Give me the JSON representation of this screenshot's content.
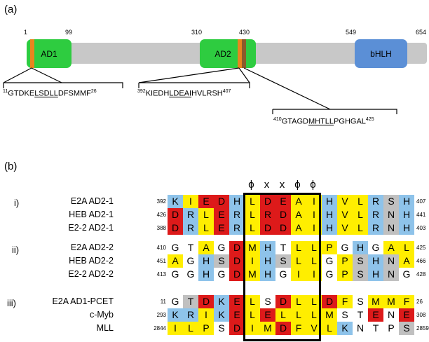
{
  "panel_a": {
    "label": "(a)",
    "positions": [
      "1",
      "99",
      "310",
      "430",
      "549",
      "654"
    ],
    "domains": {
      "ad1": "AD1",
      "ad2": "AD2",
      "bhlh": "bHLH"
    },
    "seq1": {
      "start": "11",
      "pre": "GTDKE",
      "ul": "LSDLL",
      "post": "DFSMMF",
      "end": "26"
    },
    "seq2": {
      "start": "392",
      "pre": "KIEDH",
      "ul": "LDEAI",
      "post": "HVLRSH",
      "end": "407"
    },
    "seq3": {
      "start": "410",
      "pre": "GTAGD",
      "ul": "MHTLL",
      "post": "PGHGAL",
      "end": "425"
    },
    "colors": {
      "backbone": "#c8c8c8",
      "ad_domain": "#2ecc40",
      "bhlh_domain": "#5b8fd6",
      "marker_orange": "#e8861e",
      "marker_brown": "#8b5a2b"
    }
  },
  "panel_b": {
    "label": "(b)",
    "motif": [
      "ϕ",
      "x",
      "x",
      "ϕ",
      "ϕ"
    ],
    "groups": [
      "i)",
      "ii)",
      "iii)"
    ],
    "colors": {
      "hydrophobic": "#ffee00",
      "acidic": "#dd1a1a",
      "basic": "#8ec3ea",
      "polar": "#c0c0c0",
      "other": "#ffffff"
    },
    "rows": [
      {
        "name": "E2A AD2-1",
        "start": "392",
        "end": "407",
        "seq": [
          "K",
          "I",
          "E",
          "D",
          "H",
          "L",
          "D",
          "E",
          "A",
          "I",
          "H",
          "V",
          "L",
          "R",
          "S",
          "H"
        ],
        "cls": [
          "b",
          "y",
          "r",
          "r",
          "b",
          "y",
          "r",
          "r",
          "y",
          "y",
          "b",
          "y",
          "y",
          "b",
          "g",
          "b"
        ]
      },
      {
        "name": "HEB AD2-1",
        "start": "426",
        "end": "441",
        "seq": [
          "D",
          "R",
          "L",
          "E",
          "R",
          "L",
          "R",
          "D",
          "A",
          "I",
          "H",
          "V",
          "L",
          "R",
          "N",
          "H"
        ],
        "cls": [
          "r",
          "b",
          "y",
          "r",
          "b",
          "y",
          "r",
          "r",
          "y",
          "y",
          "b",
          "y",
          "y",
          "b",
          "g",
          "b"
        ]
      },
      {
        "name": "E2-2 AD2-1",
        "start": "388",
        "end": "403",
        "seq": [
          "D",
          "R",
          "L",
          "E",
          "R",
          "L",
          "D",
          "D",
          "A",
          "I",
          "H",
          "V",
          "L",
          "R",
          "N",
          "H"
        ],
        "cls": [
          "r",
          "b",
          "y",
          "r",
          "b",
          "y",
          "r",
          "r",
          "y",
          "y",
          "b",
          "y",
          "y",
          "b",
          "g",
          "b"
        ]
      },
      {
        "name": "E2A AD2-2",
        "start": "410",
        "end": "425",
        "seq": [
          "G",
          "T",
          "A",
          "G",
          "D",
          "M",
          "H",
          "T",
          "L",
          "L",
          "P",
          "G",
          "H",
          "G",
          "A",
          "L"
        ],
        "cls": [
          "w",
          "w",
          "y",
          "w",
          "r",
          "y",
          "b",
          "w",
          "y",
          "y",
          "y",
          "w",
          "b",
          "w",
          "y",
          "y"
        ]
      },
      {
        "name": "HEB AD2-2",
        "start": "451",
        "end": "466",
        "seq": [
          "A",
          "G",
          "H",
          "S",
          "D",
          "I",
          "H",
          "S",
          "L",
          "L",
          "G",
          "P",
          "S",
          "H",
          "N",
          "A"
        ],
        "cls": [
          "y",
          "w",
          "b",
          "g",
          "r",
          "y",
          "b",
          "g",
          "y",
          "y",
          "w",
          "y",
          "g",
          "b",
          "g",
          "y"
        ]
      },
      {
        "name": "E2-2 AD2-2",
        "start": "413",
        "end": "428",
        "seq": [
          "G",
          "G",
          "H",
          "G",
          "D",
          "M",
          "H",
          "G",
          "I",
          "I",
          "G",
          "P",
          "S",
          "H",
          "N",
          "G"
        ],
        "cls": [
          "w",
          "w",
          "b",
          "w",
          "r",
          "y",
          "b",
          "w",
          "y",
          "y",
          "w",
          "y",
          "g",
          "b",
          "g",
          "w"
        ]
      },
      {
        "name": "E2A  AD1-PCET",
        "start": "11",
        "end": "26",
        "seq": [
          "G",
          "T",
          "D",
          "K",
          "E",
          "L",
          "S",
          "D",
          "L",
          "L",
          "D",
          "F",
          "S",
          "M",
          "M",
          "F"
        ],
        "cls": [
          "w",
          "g",
          "r",
          "b",
          "r",
          "y",
          "w",
          "r",
          "y",
          "y",
          "r",
          "y",
          "w",
          "y",
          "y",
          "y"
        ]
      },
      {
        "name": "c-Myb",
        "start": "293",
        "end": "308",
        "seq": [
          "K",
          "R",
          "I",
          "K",
          "E",
          "L",
          "E",
          "L",
          "L",
          "L",
          "M",
          "S",
          "T",
          "E",
          "N",
          "E"
        ],
        "cls": [
          "b",
          "b",
          "y",
          "b",
          "r",
          "y",
          "r",
          "y",
          "y",
          "y",
          "y",
          "w",
          "w",
          "r",
          "w",
          "r"
        ]
      },
      {
        "name": "MLL",
        "start": "2844",
        "end": "2859",
        "seq": [
          "I",
          "L",
          "P",
          "S",
          "D",
          "I",
          "M",
          "D",
          "F",
          "V",
          "L",
          "K",
          "N",
          "T",
          "P",
          "S"
        ],
        "cls": [
          "y",
          "y",
          "y",
          "w",
          "r",
          "y",
          "y",
          "r",
          "y",
          "y",
          "y",
          "b",
          "w",
          "w",
          "w",
          "g"
        ]
      }
    ]
  }
}
